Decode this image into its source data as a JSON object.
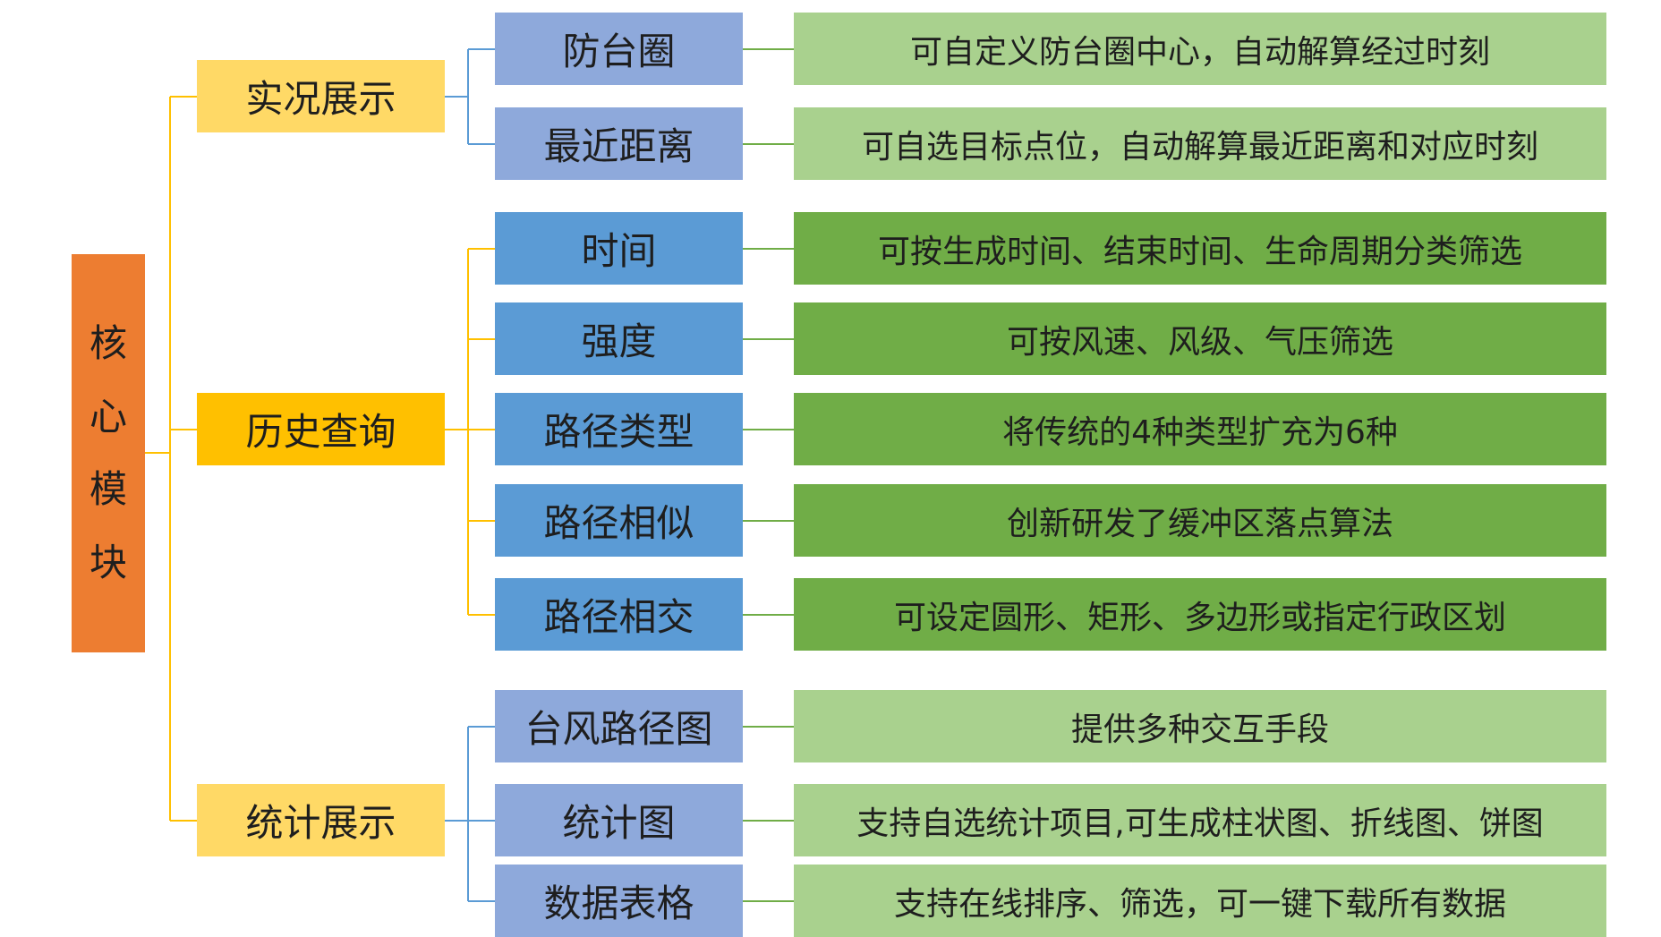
{
  "colors": {
    "root": "#ed7d31",
    "category_light": "#ffd966",
    "category_dark": "#ffc000",
    "sub_light": "#8ea9db",
    "sub_dark": "#5b9bd5",
    "desc_light": "#a9d18e",
    "desc_dark": "#70ad47",
    "connector_gold": "#ffc000",
    "connector_blue": "#5b9bd5",
    "connector_green": "#70ad47"
  },
  "root": {
    "label_chars": [
      "核",
      "心",
      "模",
      "块"
    ]
  },
  "categories": [
    {
      "label": "实况展示",
      "items": [
        {
          "label": "防台圈",
          "desc": "可自定义防台圈中心，自动解算经过时刻"
        },
        {
          "label": "最近距离",
          "desc": "可自选目标点位，自动解算最近距离和对应时刻"
        }
      ]
    },
    {
      "label": "历史查询",
      "items": [
        {
          "label": "时间",
          "desc": "可按生成时间、结束时间、生命周期分类筛选"
        },
        {
          "label": "强度",
          "desc": "可按风速、风级、气压筛选"
        },
        {
          "label": "路径类型",
          "desc": "将传统的4种类型扩充为6种"
        },
        {
          "label": "路径相似",
          "desc": "创新研发了缓冲区落点算法"
        },
        {
          "label": "路径相交",
          "desc": "可设定圆形、矩形、多边形或指定行政区划"
        }
      ]
    },
    {
      "label": "统计展示",
      "items": [
        {
          "label": "台风路径图",
          "desc": "提供多种交互手段"
        },
        {
          "label": "统计图",
          "desc": "支持自选统计项目,可生成柱状图、折线图、饼图"
        },
        {
          "label": "数据表格",
          "desc": "支持在线排序、筛选，可一键下载所有数据"
        }
      ]
    }
  ]
}
